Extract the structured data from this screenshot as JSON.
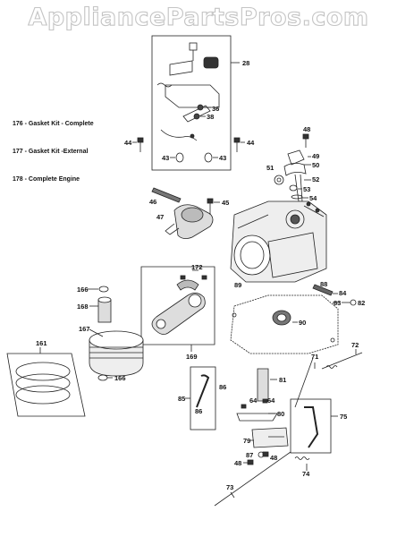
{
  "watermark": "AppliancePartsPros.com",
  "legend": [
    {
      "num": "176",
      "text": "176 - Gasket Kit - Complete"
    },
    {
      "num": "177",
      "text": "177 - Gasket Kit -External"
    },
    {
      "num": "178",
      "text": "178 - Complete Engine"
    }
  ],
  "callouts": {
    "c28": "28",
    "c36": "36",
    "c38": "38",
    "c43a": "43",
    "c43b": "43",
    "c44a": "44",
    "c44b": "44",
    "c48a": "48",
    "c49": "49",
    "c50": "50",
    "c51": "51",
    "c52": "52",
    "c53": "53",
    "c54": "54",
    "c45": "45",
    "c46": "46",
    "c47": "47",
    "c172": "172",
    "c166a": "166",
    "c168": "168",
    "c89": "89",
    "c88": "88",
    "c84": "84",
    "c83": "83",
    "c82": "82",
    "c90": "90",
    "c169": "169",
    "c161": "161",
    "c167": "167",
    "c166b": "166",
    "c72": "72",
    "c71": "71",
    "c81": "81",
    "c86a": "86",
    "c85": "85",
    "c86b": "86",
    "c64a": "64",
    "c64b": "64",
    "c80": "80",
    "c75": "75",
    "c79": "79",
    "c87": "87",
    "c48b": "48",
    "c48c": "48",
    "c74": "74",
    "c73": "73"
  }
}
